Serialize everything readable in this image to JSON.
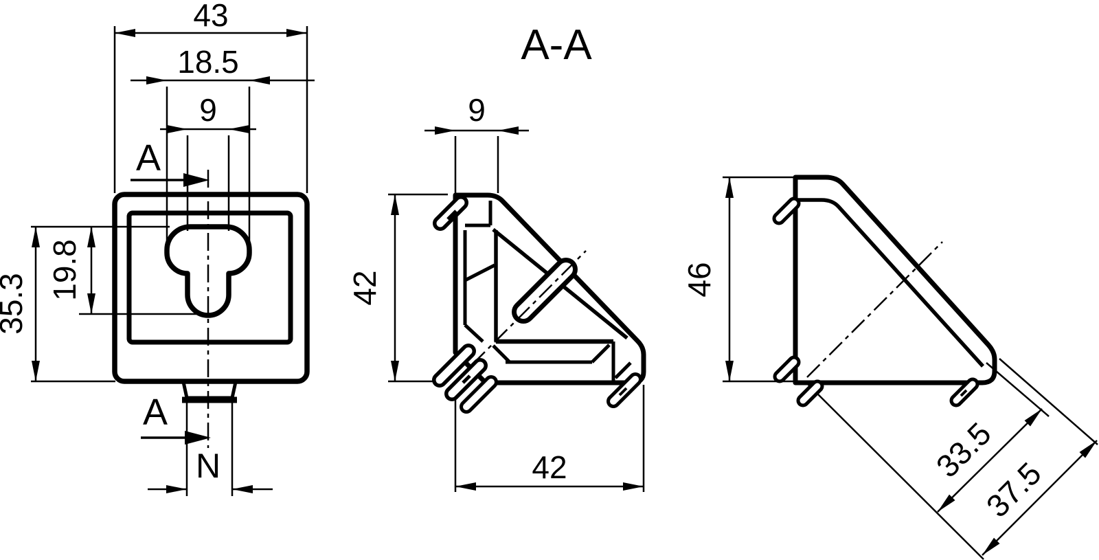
{
  "page": {
    "background_color": "#ffffff",
    "line_color": "#000000",
    "drawing_type": "technical-dimension-drawing"
  },
  "front_view": {
    "dim_total_width": "43",
    "dim_slot_outer_width": "18.5",
    "dim_slot_inner_width": "9",
    "dim_total_height": "35.3",
    "dim_slot_height": "19.8",
    "dim_tab_width": "N",
    "section_marker_top": "A",
    "section_marker_bottom": "A"
  },
  "section_view": {
    "title": "A-A",
    "dim_wall_thickness": "9",
    "dim_height": "42",
    "dim_width": "42"
  },
  "side_view": {
    "dim_height": "46",
    "dim_diagonal_inner": "33.5",
    "dim_diagonal_outer": "37.5"
  }
}
